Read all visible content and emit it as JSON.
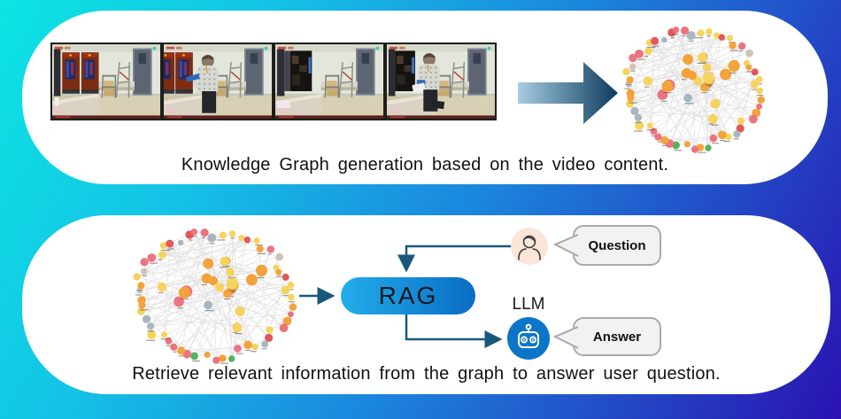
{
  "panels": {
    "top": {
      "caption": "Knowledge Graph generation based on the video content."
    },
    "bottom": {
      "caption": "Retrieve relevant information from the graph to answer user question.",
      "rag_label": "RAG",
      "llm_label": "LLM",
      "question_label": "Question",
      "answer_label": "Answer"
    }
  },
  "video": {
    "frames": [
      {
        "name": "vending-machines-closed"
      },
      {
        "name": "person-at-counter"
      },
      {
        "name": "vending-machine-open"
      },
      {
        "name": "person-at-open-machine"
      }
    ]
  },
  "knowledge_graph": {
    "perimeter_nodes": 54,
    "inner_nodes": 21,
    "edges": 148,
    "edge_color": "#dcdcdc",
    "node_palette": {
      "yellow": "#f6d35e",
      "orange": "#f2a33c",
      "pink": "#ec7480",
      "gray": "#a8b6bf",
      "beige": "#cdc3b8",
      "red": "#e2575b",
      "green": "#55b05f"
    }
  },
  "colors": {
    "bg_start": "#0ce4e2",
    "bg_mid": "#1b86dd",
    "bg_end": "#2a12b1",
    "connector": "#19587a",
    "rag_grad_start": "#22aeea",
    "rag_grad_end": "#0a6cc4",
    "arrow_grad_start": "#a6cde2",
    "arrow_grad_end": "#0e3a5d",
    "robot_blue": "#0b76c8",
    "person_peach": "#fbe5d8",
    "bubble_fill": "#f2f2f2",
    "bubble_border": "#a9a9a9",
    "caption_color": "#111111"
  }
}
